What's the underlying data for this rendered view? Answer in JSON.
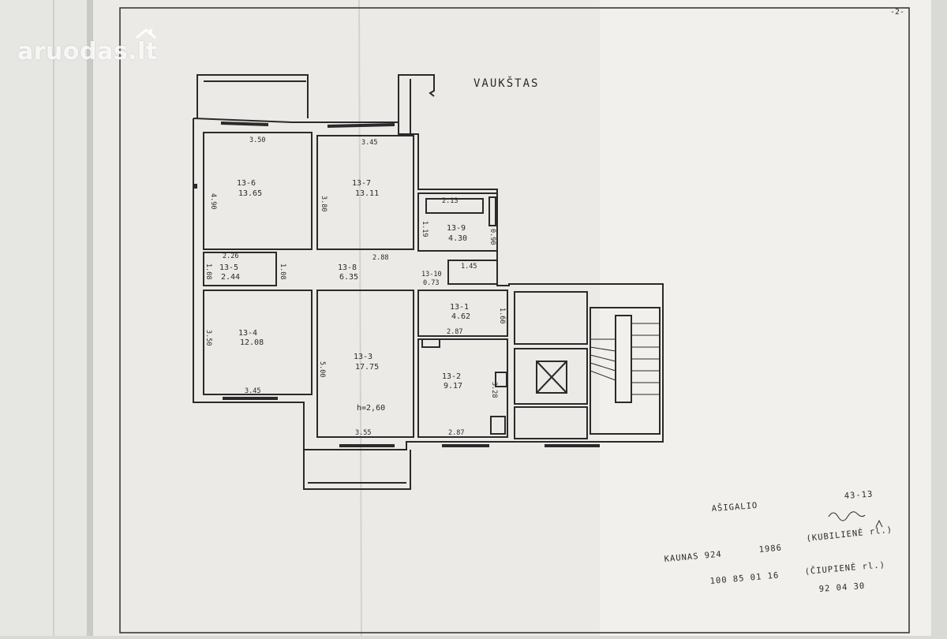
{
  "watermark": "aruodas.lt",
  "page_number": "-2-",
  "yard_label": "VAUKŠTAS",
  "height_note": "h=2,60",
  "rooms": [
    {
      "id": "13-6",
      "area": "13.65"
    },
    {
      "id": "13-7",
      "area": "13.11"
    },
    {
      "id": "13-9",
      "area": "4.30"
    },
    {
      "id": "13-5",
      "area": "2.44"
    },
    {
      "id": "13-8",
      "area": "6.35"
    },
    {
      "id": "13-10",
      "area": "0.73"
    },
    {
      "id": "13-1",
      "area": "4.62"
    },
    {
      "id": "13-4",
      "area": "12.08"
    },
    {
      "id": "13-3",
      "area": "17.75"
    },
    {
      "id": "13-2",
      "area": "9.17"
    }
  ],
  "dimensions": [
    "3.50",
    "3.45",
    "4.90",
    "3.80",
    "2.13",
    "1.19",
    "2.26",
    "2.88",
    "1.45",
    "1.08",
    "1.08",
    "0.90",
    "3.50",
    "5.00",
    "2.87",
    "1.60",
    "3.28",
    "3.45",
    "3.55",
    "2.87"
  ],
  "annotation": {
    "line1": "AŠIGALIO",
    "code": "43-13",
    "line2": "KAUNAS 924",
    "year": "1986",
    "name1": "(KUBILIENĖ rl.)",
    "line3": "100   85 01   16",
    "name2": "(ČIUPIENĖ rl.)",
    "date": "92  04  30"
  },
  "colors": {
    "paper_left": "#e9e9e6",
    "paper_main": "#ecebe8",
    "ink": "#2a2a2a"
  }
}
